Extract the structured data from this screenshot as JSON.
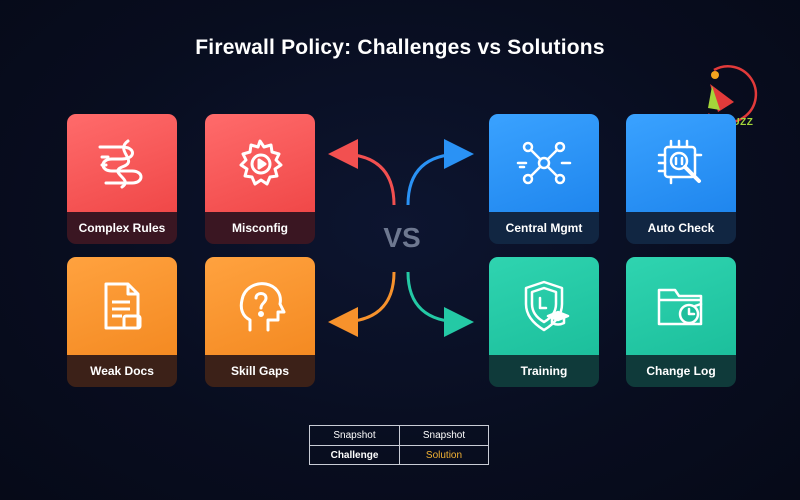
{
  "title": "Firewall Policy: Challenges vs Solutions",
  "logo": {
    "text": "SOFTBUZZ",
    "icon": "softbuzz-logo"
  },
  "vs_label": "VS",
  "challenges": [
    {
      "label": "Complex Rules",
      "icon": "tangled-lines-icon",
      "color": "#f25050"
    },
    {
      "label": "Misconfig",
      "icon": "gear-warning-icon",
      "color": "#f25050"
    },
    {
      "label": "Weak Docs",
      "icon": "document-icon",
      "color": "#f7922c"
    },
    {
      "label": "Skill Gaps",
      "icon": "head-question-icon",
      "color": "#f7922c"
    }
  ],
  "solutions": [
    {
      "label": "Central Mgmt",
      "icon": "network-hub-icon",
      "color": "#2a92f5"
    },
    {
      "label": "Auto Check",
      "icon": "chip-magnifier-icon",
      "color": "#2a92f5"
    },
    {
      "label": "Training",
      "icon": "shield-graduation-icon",
      "color": "#24c9a5"
    },
    {
      "label": "Change Log",
      "icon": "folder-clock-icon",
      "color": "#24c9a5"
    }
  ],
  "legend": {
    "rows": [
      [
        "Snapshot",
        "Snapshot"
      ],
      [
        "Challenge",
        "Solution"
      ]
    ],
    "solution_color": "#f2b233"
  }
}
